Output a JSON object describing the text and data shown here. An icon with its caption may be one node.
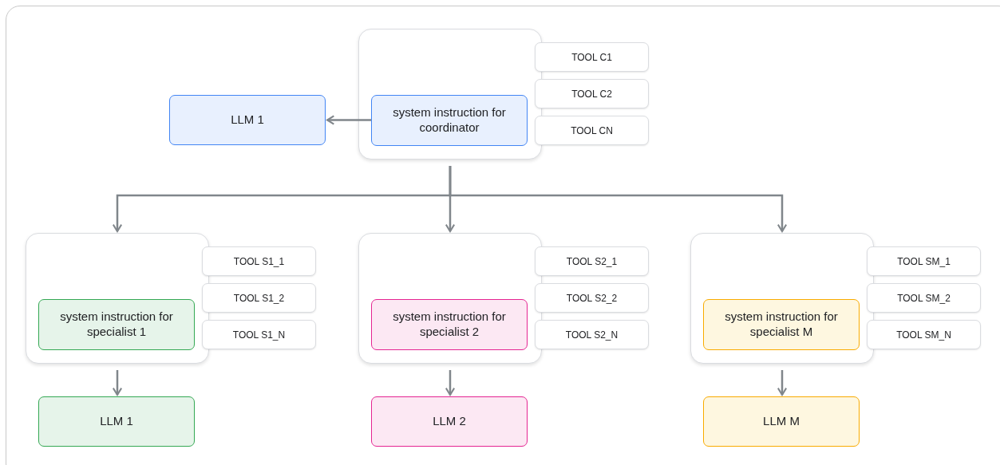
{
  "diagram": {
    "nodes": [
      {
        "text": [],
        "shape": "box"
      },
      {
        "text": [
          "system instruction for coordinator"
        ],
        "in": 0
      },
      {
        "text": [
          "TOOL C1"
        ]
      },
      {
        "text": [
          "TOOL C2"
        ]
      },
      {
        "text": [
          "TOOL CN"
        ]
      },
      {
        "text": [
          "LLM 1"
        ]
      },
      {
        "text": [],
        "shape": "box"
      },
      {
        "text": [
          "system instruction for specialist 1"
        ],
        "in": 6
      },
      {
        "text": [
          "TOOL S1_1"
        ]
      },
      {
        "text": [
          "TOOL S1_2"
        ]
      },
      {
        "text": [
          "TOOL S1_N"
        ]
      },
      {
        "text": [
          "LLM 1"
        ]
      },
      {
        "text": [],
        "shape": "box"
      },
      {
        "text": [
          "system instruction for specialist 2"
        ],
        "in": 12
      },
      {
        "text": [
          "TOOL S2_1"
        ]
      },
      {
        "text": [
          "TOOL S2_2"
        ]
      },
      {
        "text": [
          "TOOL S2_N"
        ]
      },
      {
        "text": [
          "LLM 2"
        ]
      },
      {
        "text": [],
        "shape": "box"
      },
      {
        "text": [
          "system instruction for specialist M"
        ],
        "in": 18
      },
      {
        "text": [
          "TOOL SM_1"
        ]
      },
      {
        "text": [
          "TOOL SM_2"
        ]
      },
      {
        "text": [
          "TOOL SM_N"
        ]
      },
      {
        "text": [
          "LLM M"
        ]
      }
    ],
    "edges": [
      {
        "from": 1,
        "to": 5,
        "arrow": "to"
      },
      {
        "from": 0,
        "to": 6,
        "arrow": "to"
      },
      {
        "from": 0,
        "to": 12,
        "arrow": "to"
      },
      {
        "from": 0,
        "to": 18,
        "arrow": "to"
      },
      {
        "from": 6,
        "to": 11,
        "arrow": "to"
      },
      {
        "from": 12,
        "to": 17,
        "arrow": "to"
      },
      {
        "from": 18,
        "to": 23,
        "arrow": "to"
      }
    ]
  }
}
